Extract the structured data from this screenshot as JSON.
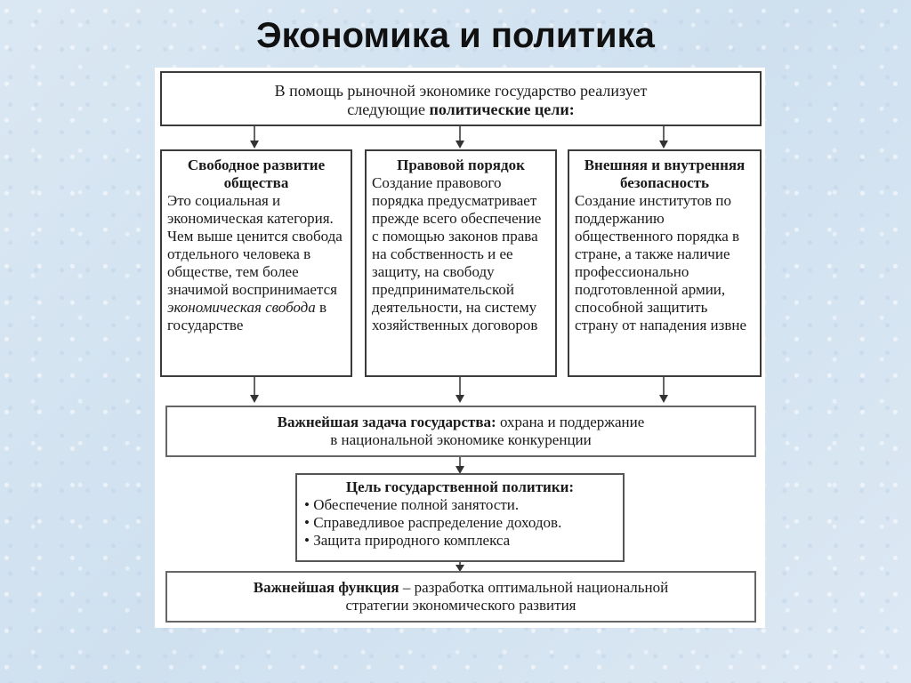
{
  "title": "Экономика и политика",
  "top_box": {
    "line1": "В помощь рыночной экономике государство реализует",
    "line2_prefix": "следующие ",
    "line2_bold": "политические цели:"
  },
  "columns": [
    {
      "heading": "Свободное развитие общества",
      "text_plain": "Это социальная и экономическая категория. Чем выше ценится свобода отдельного человека в обществе, тем более значимой воспринимается ",
      "text_italic": "экономическая свобода",
      "text_after": " в государстве"
    },
    {
      "heading": "Правовой порядок",
      "text_plain": "Создание правового порядка предусматривает прежде всего обеспечение с помощью законов права на собственность и ее защиту, на свободу предпринимательской деятельности, на систему хозяйственных договоров"
    },
    {
      "heading": "Внешняя и внутренняя безопасность",
      "text_plain": "Создание институтов по поддержанию общественного порядка в стране, а также наличие профессионально подготовленной армии, способной защитить страну от нападения извне"
    }
  ],
  "task_box": {
    "bold": "Важнейшая задача государства:",
    "rest1": " охрана и поддержание",
    "line2": "в национальной экономике конкуренции"
  },
  "policy_box": {
    "heading": "Цель государственной политики:",
    "items": [
      "Обеспечение полной занятости.",
      "Справедливое распределение доходов.",
      "Защита природного комплекса"
    ]
  },
  "function_box": {
    "bold": "Важнейшая функция",
    "rest1": " – разработка оптимальной национальной",
    "line2": "стратегии экономического развития"
  }
}
